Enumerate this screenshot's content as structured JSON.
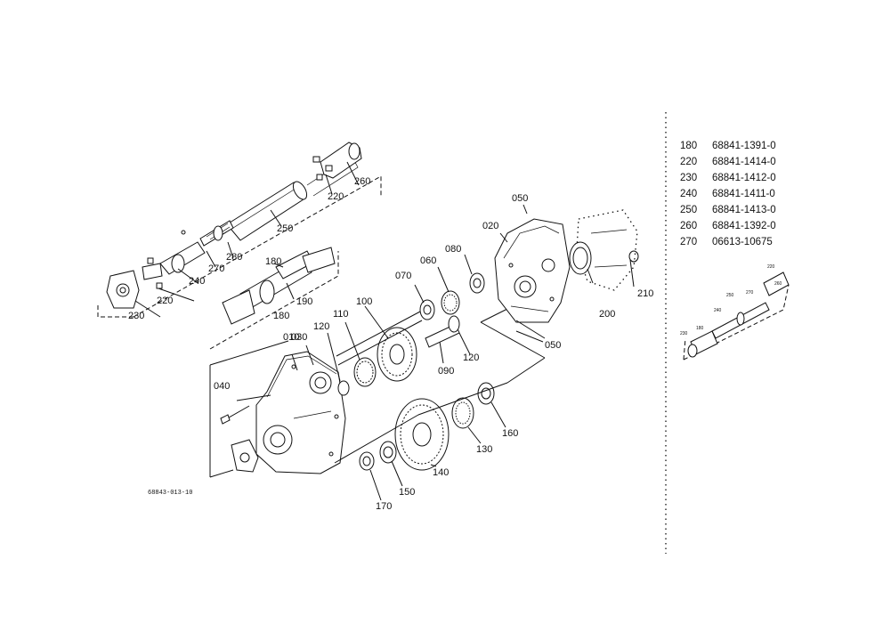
{
  "figure_number": "68843-013-10",
  "callouts": [
    "010",
    "020",
    "030",
    "040",
    "050",
    "050",
    "060",
    "070",
    "080",
    "090",
    "100",
    "110",
    "120",
    "120",
    "130",
    "140",
    "150",
    "160",
    "170",
    "180",
    "180",
    "190",
    "200",
    "210",
    "220",
    "220",
    "230",
    "240",
    "250",
    "260",
    "270",
    "280"
  ],
  "parts_table": [
    {
      "ref": "180",
      "part_no": "68841-1391-0"
    },
    {
      "ref": "220",
      "part_no": "68841-1414-0"
    },
    {
      "ref": "230",
      "part_no": "68841-1412-0"
    },
    {
      "ref": "240",
      "part_no": "68841-1411-0"
    },
    {
      "ref": "250",
      "part_no": "68841-1413-0"
    },
    {
      "ref": "260",
      "part_no": "68841-1392-0"
    },
    {
      "ref": "270",
      "part_no": "06613-10675"
    }
  ],
  "inset_labels": [
    "220",
    "250",
    "270",
    "260",
    "240",
    "180",
    "230"
  ],
  "icons": [
    "gear-icon",
    "bearing-icon",
    "shaft-icon",
    "housing-icon",
    "universal-joint-icon"
  ]
}
